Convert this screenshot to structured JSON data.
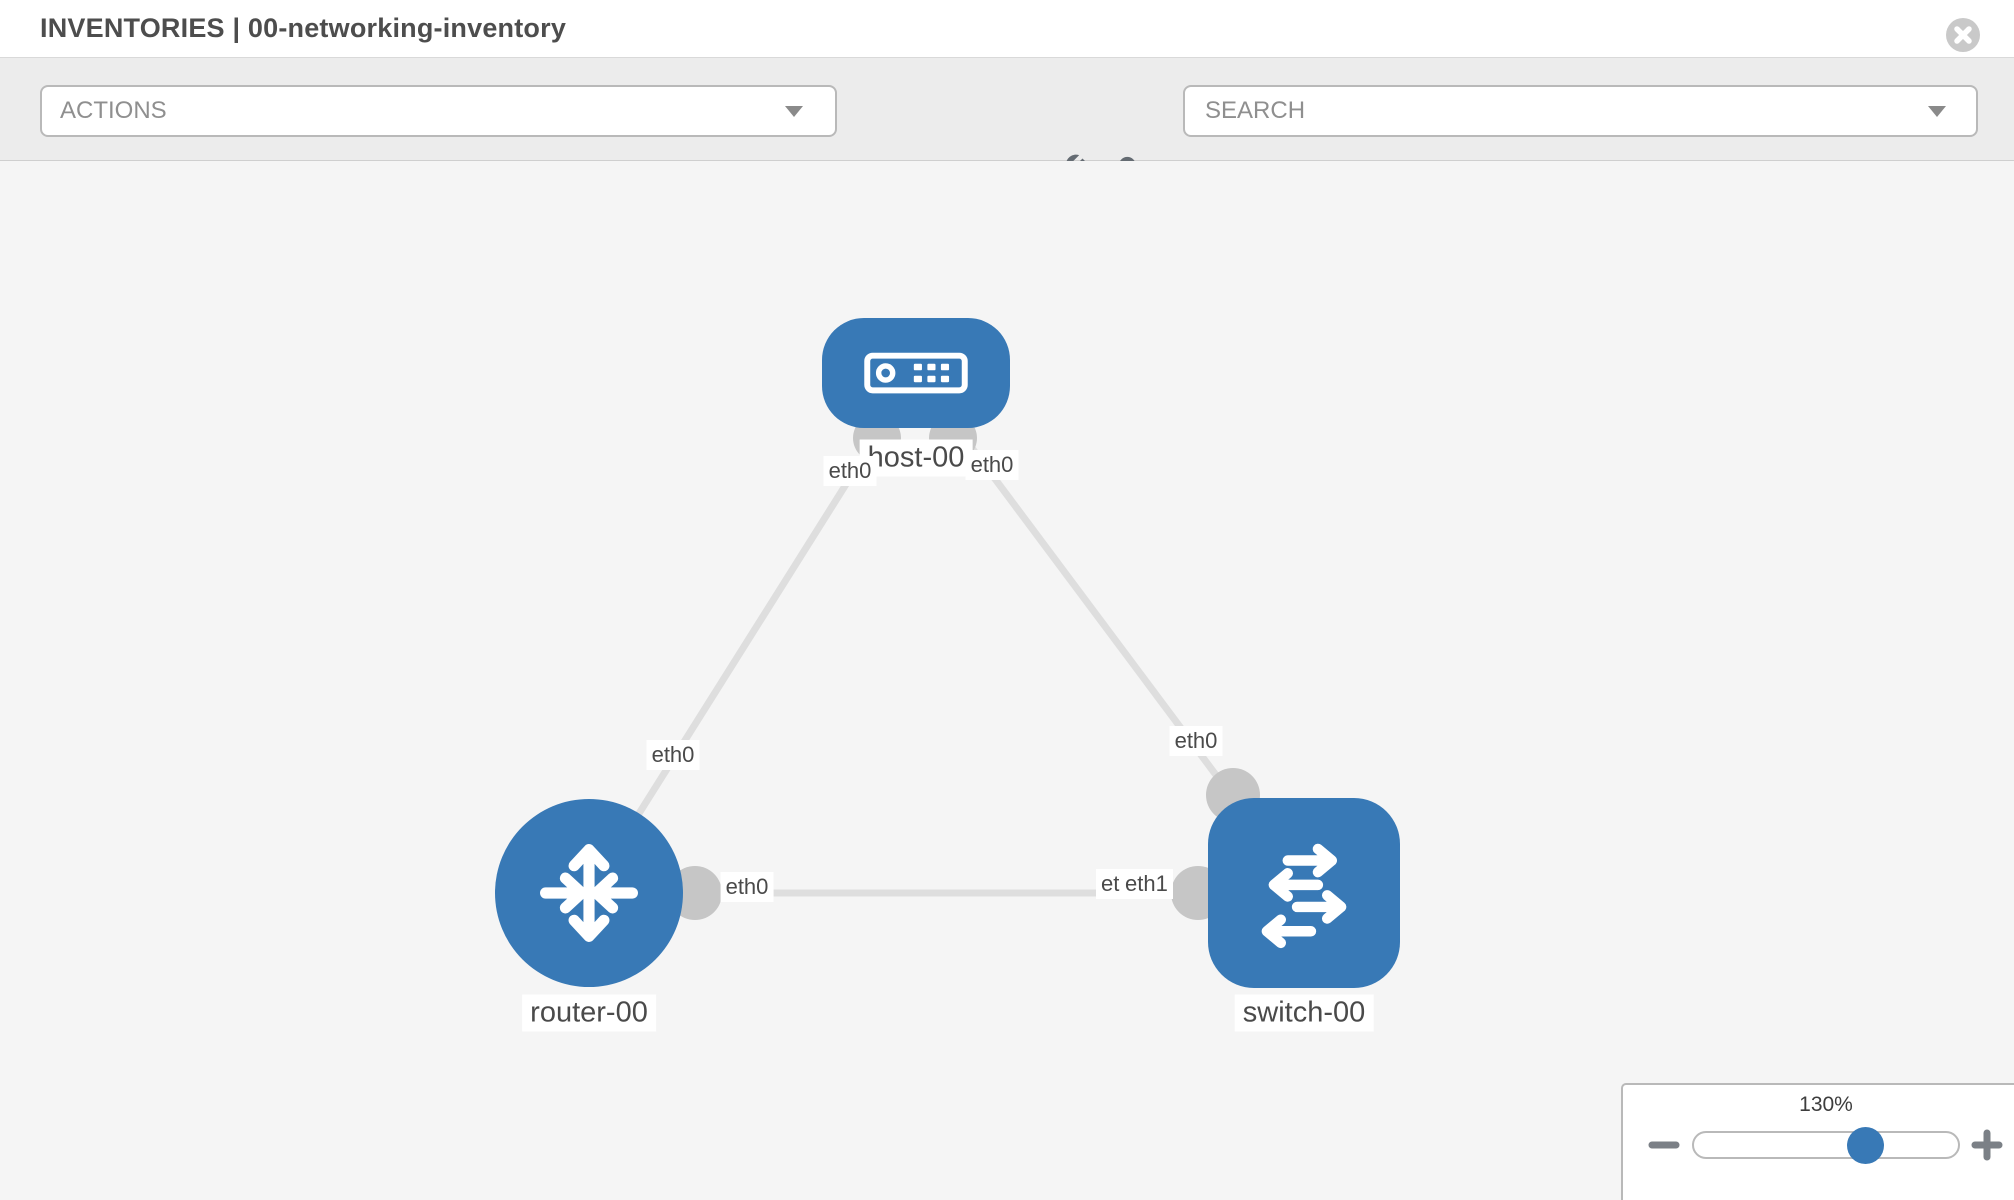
{
  "header": {
    "title": "INVENTORIES | 00-networking-inventory",
    "close_icon": "circle-x-icon"
  },
  "toolbar": {
    "actions_dropdown": {
      "label": "ACTIONS",
      "icon": "caret-down-icon"
    },
    "tool_buttons": [
      {
        "icon": "wrench-icon"
      },
      {
        "icon": "key-icon"
      }
    ],
    "search_dropdown": {
      "label": "SEARCH",
      "icon": "caret-down-icon"
    }
  },
  "topology": {
    "nodes": [
      {
        "label": "host-00",
        "type": "host",
        "icon": "host-icon",
        "shape": "rounded-rect"
      },
      {
        "label": "router-00",
        "type": "router",
        "icon": "router-icon",
        "shape": "circle"
      },
      {
        "label": "switch-00",
        "type": "switch",
        "icon": "switch-icon",
        "shape": "rounded-square"
      }
    ],
    "links": [
      {
        "from": "host-00",
        "to": "router-00"
      },
      {
        "from": "host-00",
        "to": "switch-00"
      },
      {
        "from": "router-00",
        "to": "switch-00"
      }
    ],
    "interface_labels": [
      {
        "text": "eth0",
        "link": "host-00/router-00",
        "near": "host-00"
      },
      {
        "text": "eth0",
        "link": "host-00/switch-00",
        "near": "host-00"
      },
      {
        "text": "eth0",
        "link": "host-00/router-00",
        "near": "router-00"
      },
      {
        "text": "eth0",
        "link": "host-00/switch-00",
        "near": "switch-00"
      },
      {
        "text": "eth0",
        "link": "router-00/switch-00",
        "near": "router-00"
      },
      {
        "text": "eth0",
        "link": "router-00/switch-00",
        "near": "switch-00"
      },
      {
        "text": "eth1",
        "link": "router-00/switch-00",
        "near": "switch-00"
      }
    ]
  },
  "zoom_control": {
    "value": "130%",
    "minus_icon": "minus-icon",
    "plus_icon": "plus-icon"
  },
  "colors": {
    "node_blue": "#3879b6",
    "port_gray": "#c6c6c6",
    "link_gray": "#dedede",
    "canvas_bg": "#f5f5f5",
    "toolbar_bg": "#ececec",
    "slider_thumb_blue": "#3879b6"
  }
}
